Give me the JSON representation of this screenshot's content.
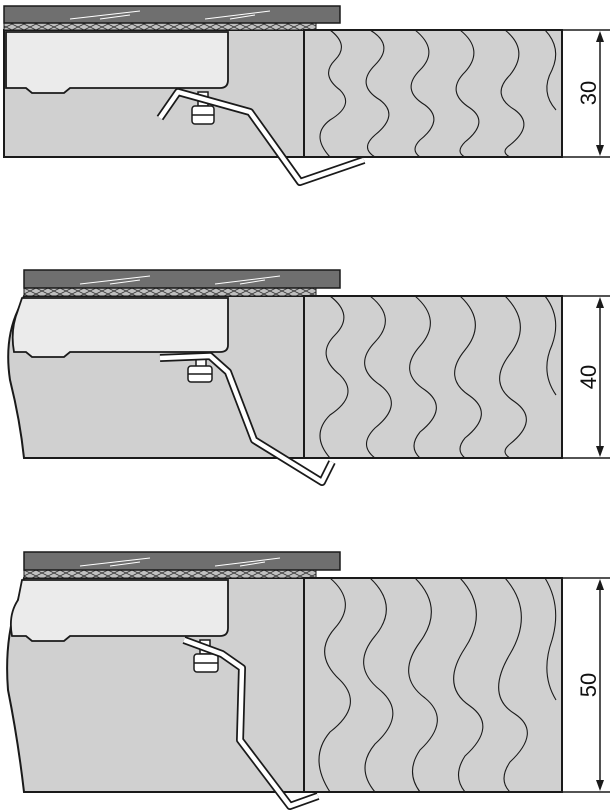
{
  "diagram": {
    "panels": [
      {
        "id": "panel-30",
        "dimension_label": "30"
      },
      {
        "id": "panel-40",
        "dimension_label": "40"
      },
      {
        "id": "panel-50",
        "dimension_label": "50"
      }
    ],
    "colors": {
      "worktop_gray": "#d0d0d0",
      "glass_dark": "#6f6f6f",
      "tray_light": "#ebebeb",
      "outline": "#1a1a1a",
      "clip_fill": "#ffffff"
    }
  }
}
